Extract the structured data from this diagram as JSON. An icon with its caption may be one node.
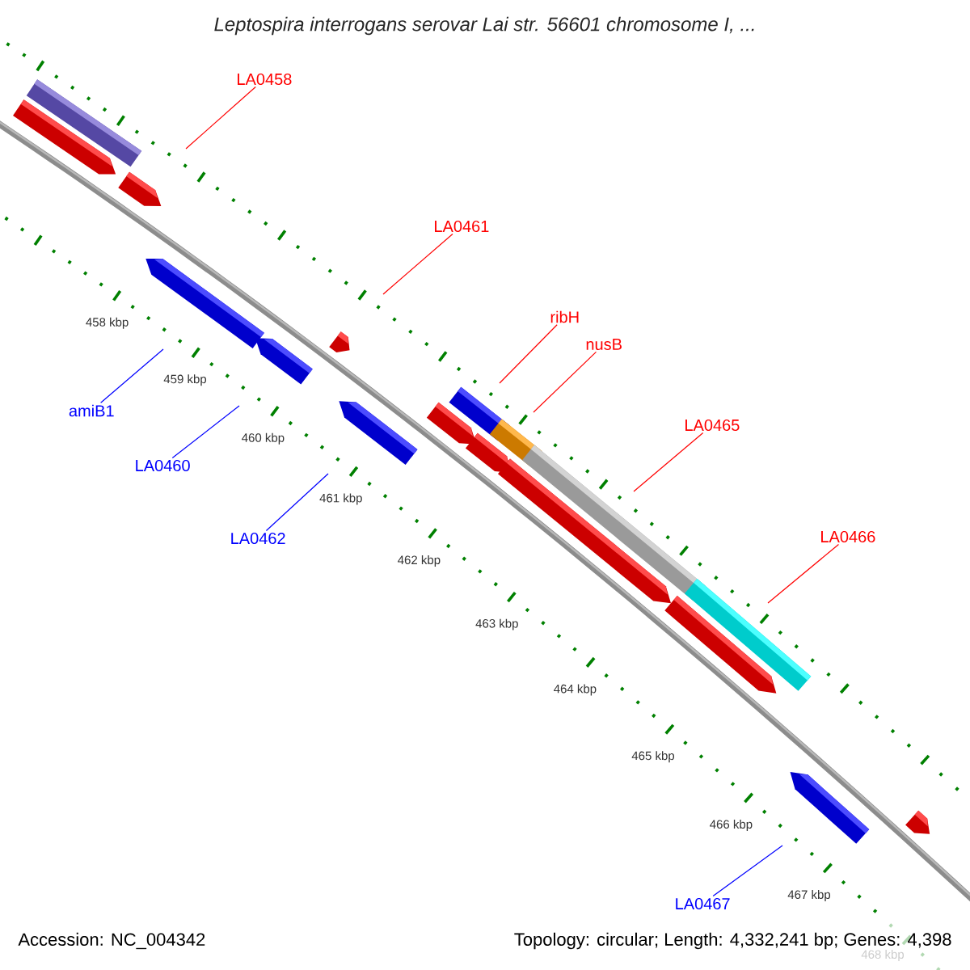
{
  "diagram": {
    "title": "Leptospira interrogans serovar Lai str. 56601 chromosome I, ...",
    "nodes": [
      {
        "text": [
          "LA0458"
        ]
      },
      {
        "text": [
          "LA0461"
        ]
      },
      {
        "text": [
          "ribH"
        ]
      },
      {
        "text": [
          "nusB"
        ]
      },
      {
        "text": [
          "amiB1"
        ]
      },
      {
        "text": [
          "LA0460"
        ]
      },
      {
        "text": [
          "LA0465"
        ]
      },
      {
        "text": [
          "LA0462"
        ]
      },
      {
        "text": [
          "LA0466"
        ]
      },
      {
        "text": [
          "LA0467"
        ]
      }
    ],
    "edges": [
      {
        "from": 0,
        "to": null,
        "arrow": "none"
      },
      {
        "from": 1,
        "to": null,
        "arrow": "none"
      },
      {
        "from": 2,
        "to": null,
        "arrow": "none"
      },
      {
        "from": 3,
        "to": null,
        "arrow": "none"
      },
      {
        "from": 4,
        "to": null,
        "arrow": "none",
        "color": "#0000ff"
      },
      {
        "from": 5,
        "to": null,
        "arrow": "none",
        "color": "#0000ff"
      },
      {
        "from": 6,
        "to": null,
        "arrow": "none"
      },
      {
        "from": 7,
        "to": null,
        "arrow": "none",
        "color": "#0000ff"
      },
      {
        "from": 8,
        "to": null,
        "arrow": "none"
      },
      {
        "from": 9,
        "to": null,
        "arrow": "none",
        "color": "#0000ff"
      }
    ],
    "labels": [
      "458 kbp",
      "459 kbp",
      "460 kbp",
      "461 kbp",
      "462 kbp",
      "463 kbp",
      "464 kbp",
      "465 kbp",
      "466 kbp",
      "467 kbp",
      "468 kbp",
      "Accession: NC_004342",
      "Topology: circular; Length: 4,332,241 bp; Genes: 4,398"
    ]
  }
}
